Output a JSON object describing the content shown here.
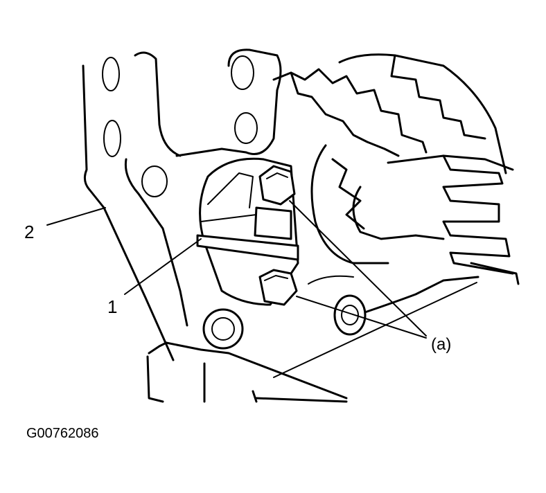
{
  "labels": {
    "part_2": "2",
    "part_1": "1",
    "part_a": "(a)"
  },
  "figure_id": "G00762086",
  "colors": {
    "ink": "#000000",
    "paper": "#ffffff"
  }
}
